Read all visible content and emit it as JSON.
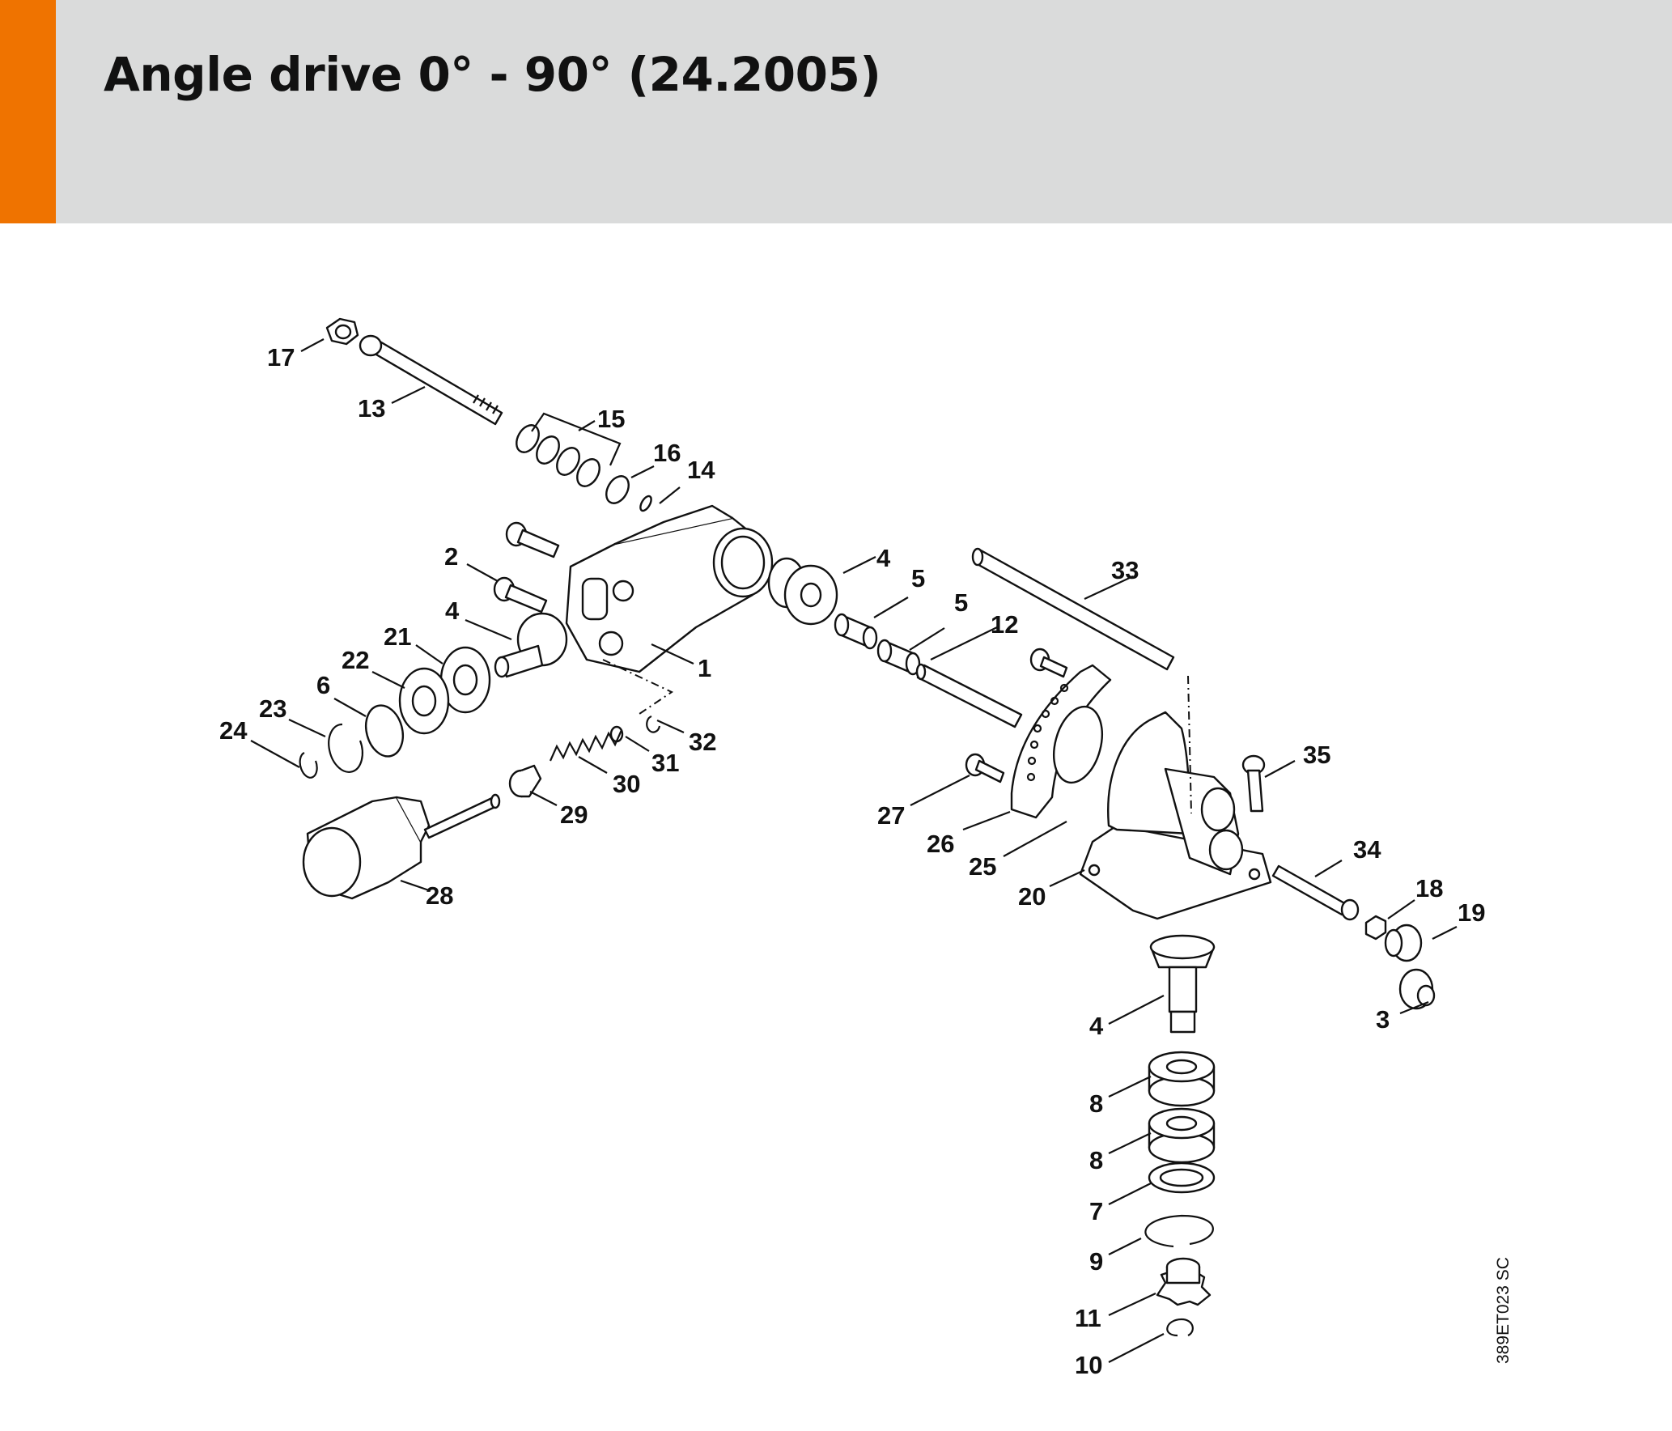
{
  "title": "Angle drive 0° - 90° (24.2005)",
  "accent_color": "#ef7300",
  "header_color": "#dadbdb",
  "drawing_code": "389ET023 SC",
  "labels": [
    "17",
    "13",
    "15",
    "16",
    "14",
    "2",
    "4",
    "21",
    "22",
    "6",
    "23",
    "24",
    "1",
    "32",
    "31",
    "30",
    "29",
    "28",
    "4",
    "5",
    "5",
    "12",
    "33",
    "27",
    "26",
    "25",
    "20",
    "35",
    "34",
    "18",
    "19",
    "3",
    "4",
    "8",
    "8",
    "7",
    "9",
    "11",
    "10"
  ]
}
